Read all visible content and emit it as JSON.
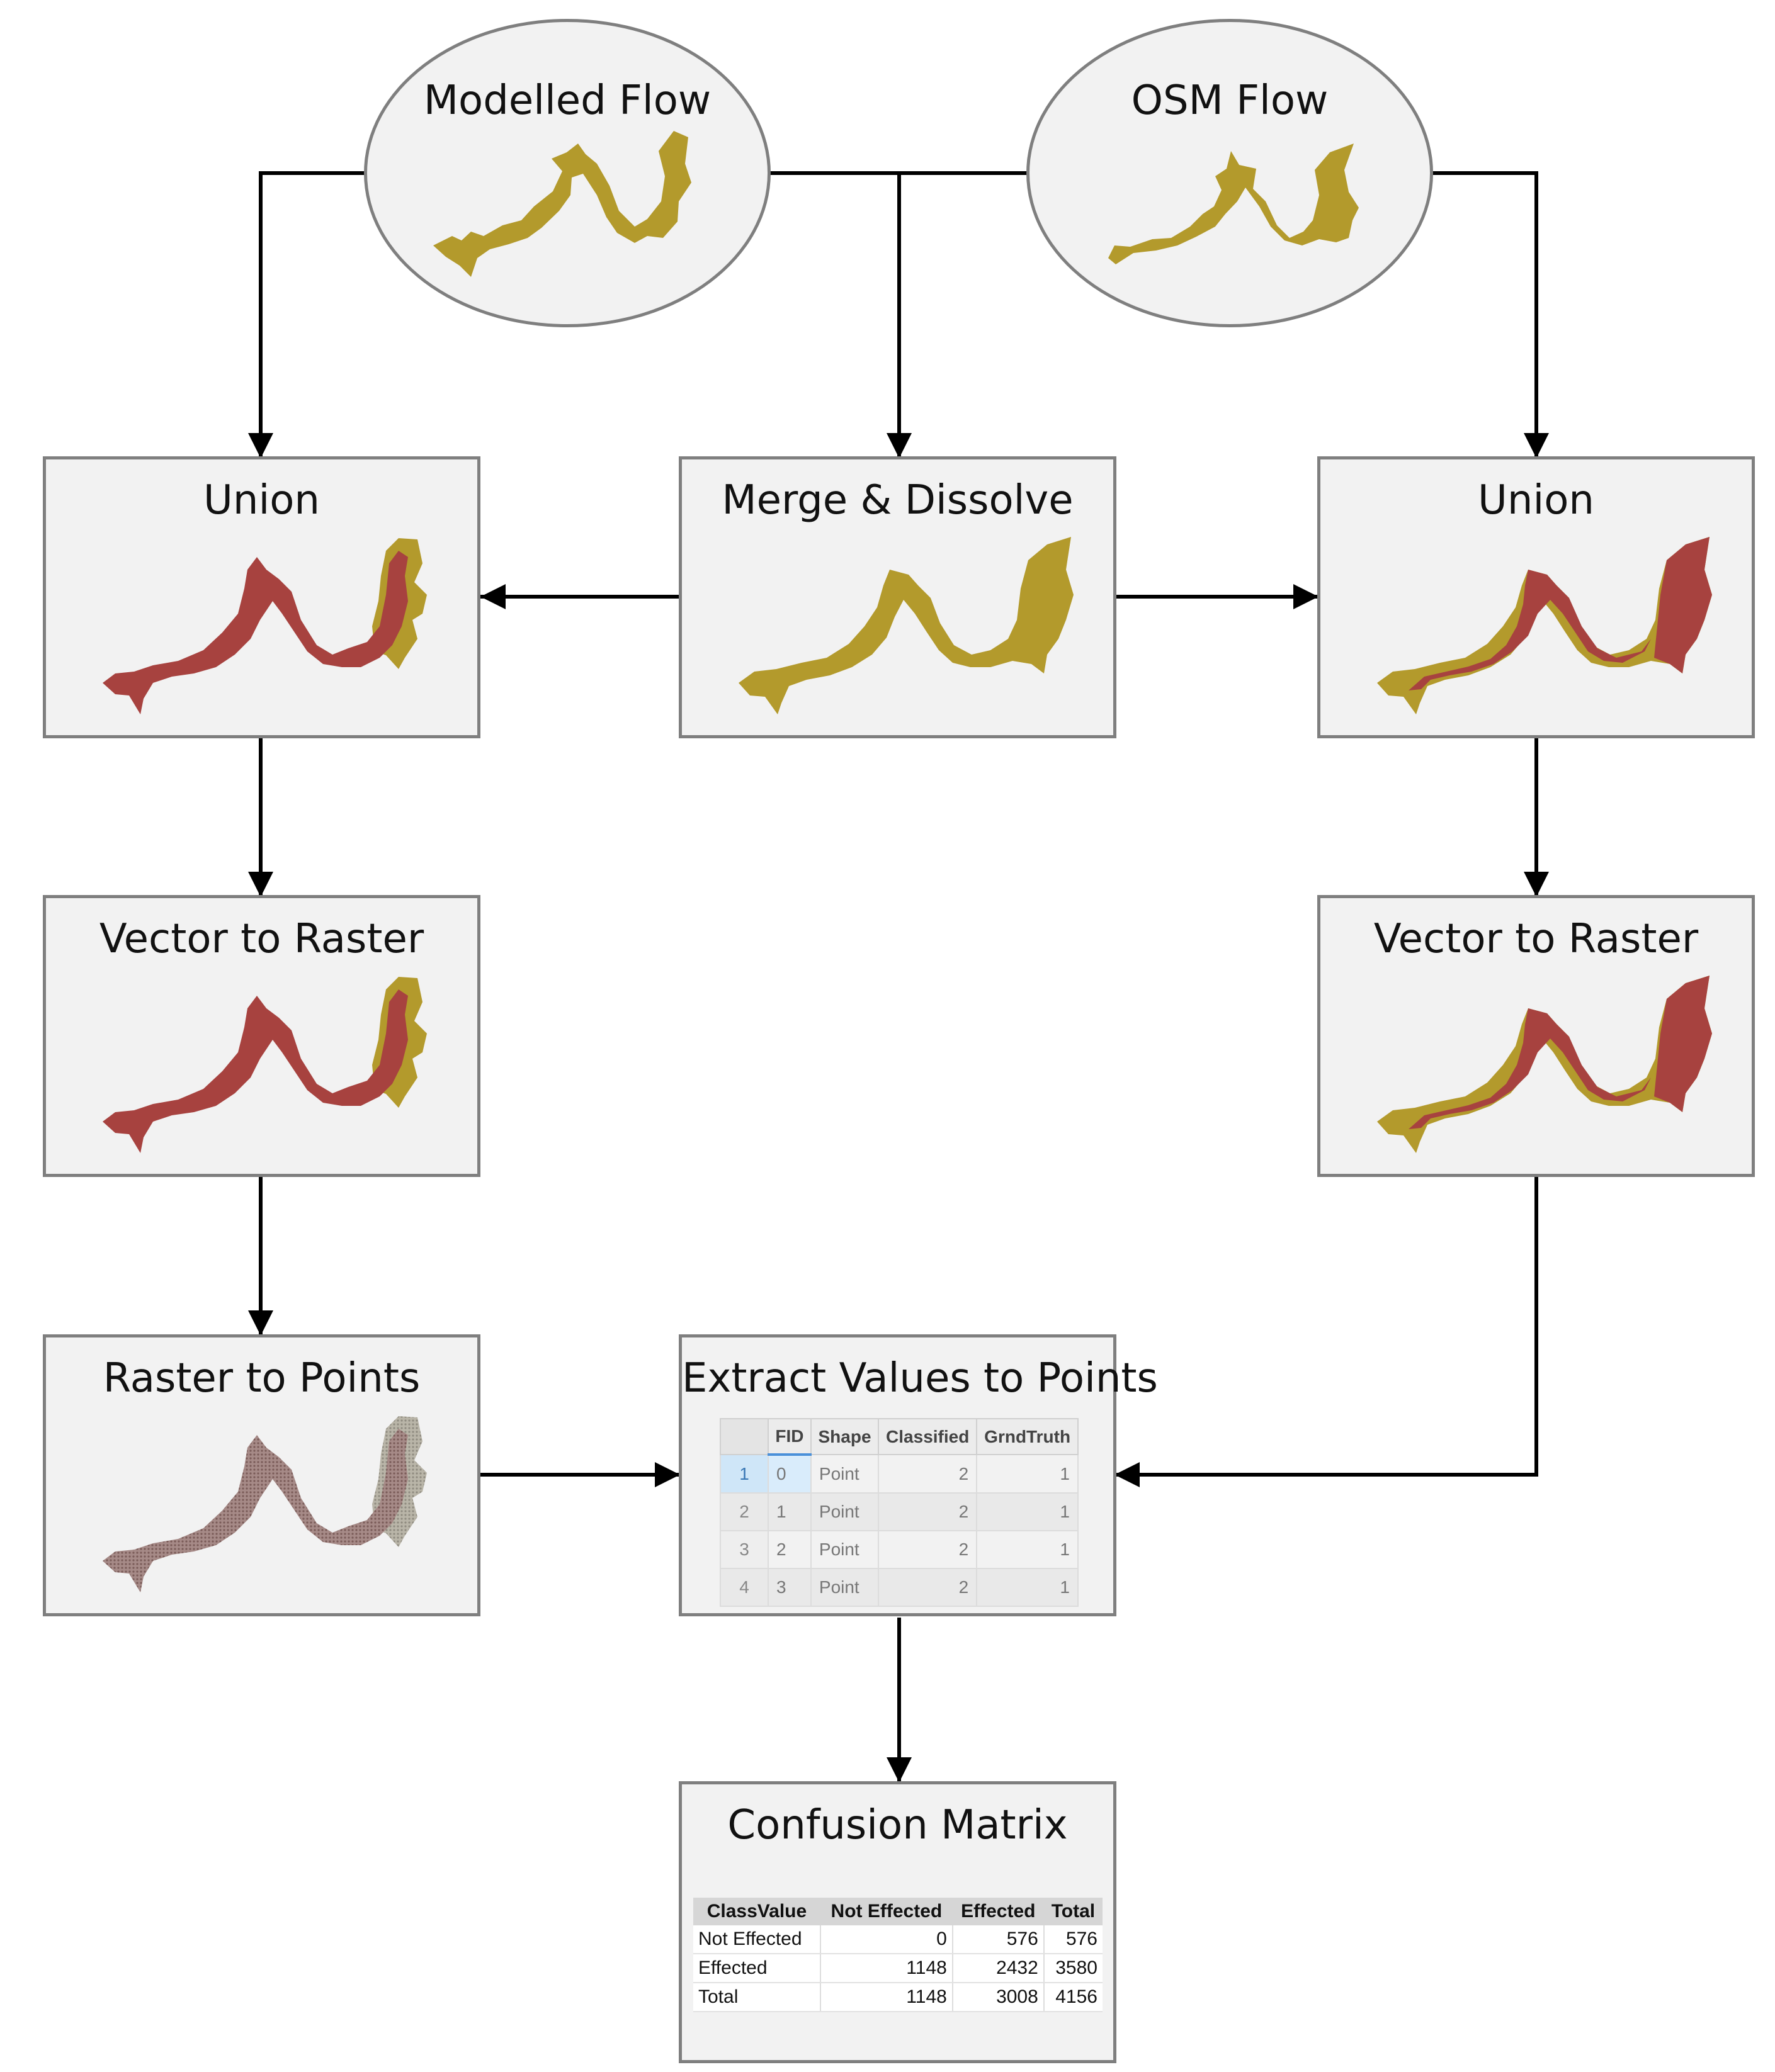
{
  "colors": {
    "ochre": "#b39a2c",
    "brick": "#a7423f",
    "gray_border": "#7f7f7f",
    "panel": "#f2f2f2"
  },
  "nodes": {
    "modelled_flow": "Modelled Flow",
    "osm_flow": "OSM Flow",
    "union_left": "Union",
    "merge_dissolve": "Merge & Dissolve",
    "union_right": "Union",
    "vector_to_raster_left": "Vector to Raster",
    "vector_to_raster_right": "Vector to Raster",
    "raster_to_points": "Raster to Points",
    "extract_values": "Extract Values to Points",
    "confusion_matrix": "Confusion Matrix"
  },
  "attribute_table": {
    "headers": [
      "FID",
      "Shape",
      "Classified",
      "GrndTruth"
    ],
    "rows": [
      [
        "1",
        "0",
        "Point",
        "2",
        "1"
      ],
      [
        "2",
        "1",
        "Point",
        "2",
        "1"
      ],
      [
        "3",
        "2",
        "Point",
        "2",
        "1"
      ],
      [
        "4",
        "3",
        "Point",
        "2",
        "1"
      ]
    ]
  },
  "confusion_table": {
    "headers": [
      "ClassValue",
      "Not Effected",
      "Effected",
      "Total"
    ],
    "rows": [
      [
        "Not Effected",
        "0",
        "576",
        "576"
      ],
      [
        "Effected",
        "1148",
        "2432",
        "3580"
      ],
      [
        "Total",
        "1148",
        "3008",
        "4156"
      ]
    ]
  }
}
